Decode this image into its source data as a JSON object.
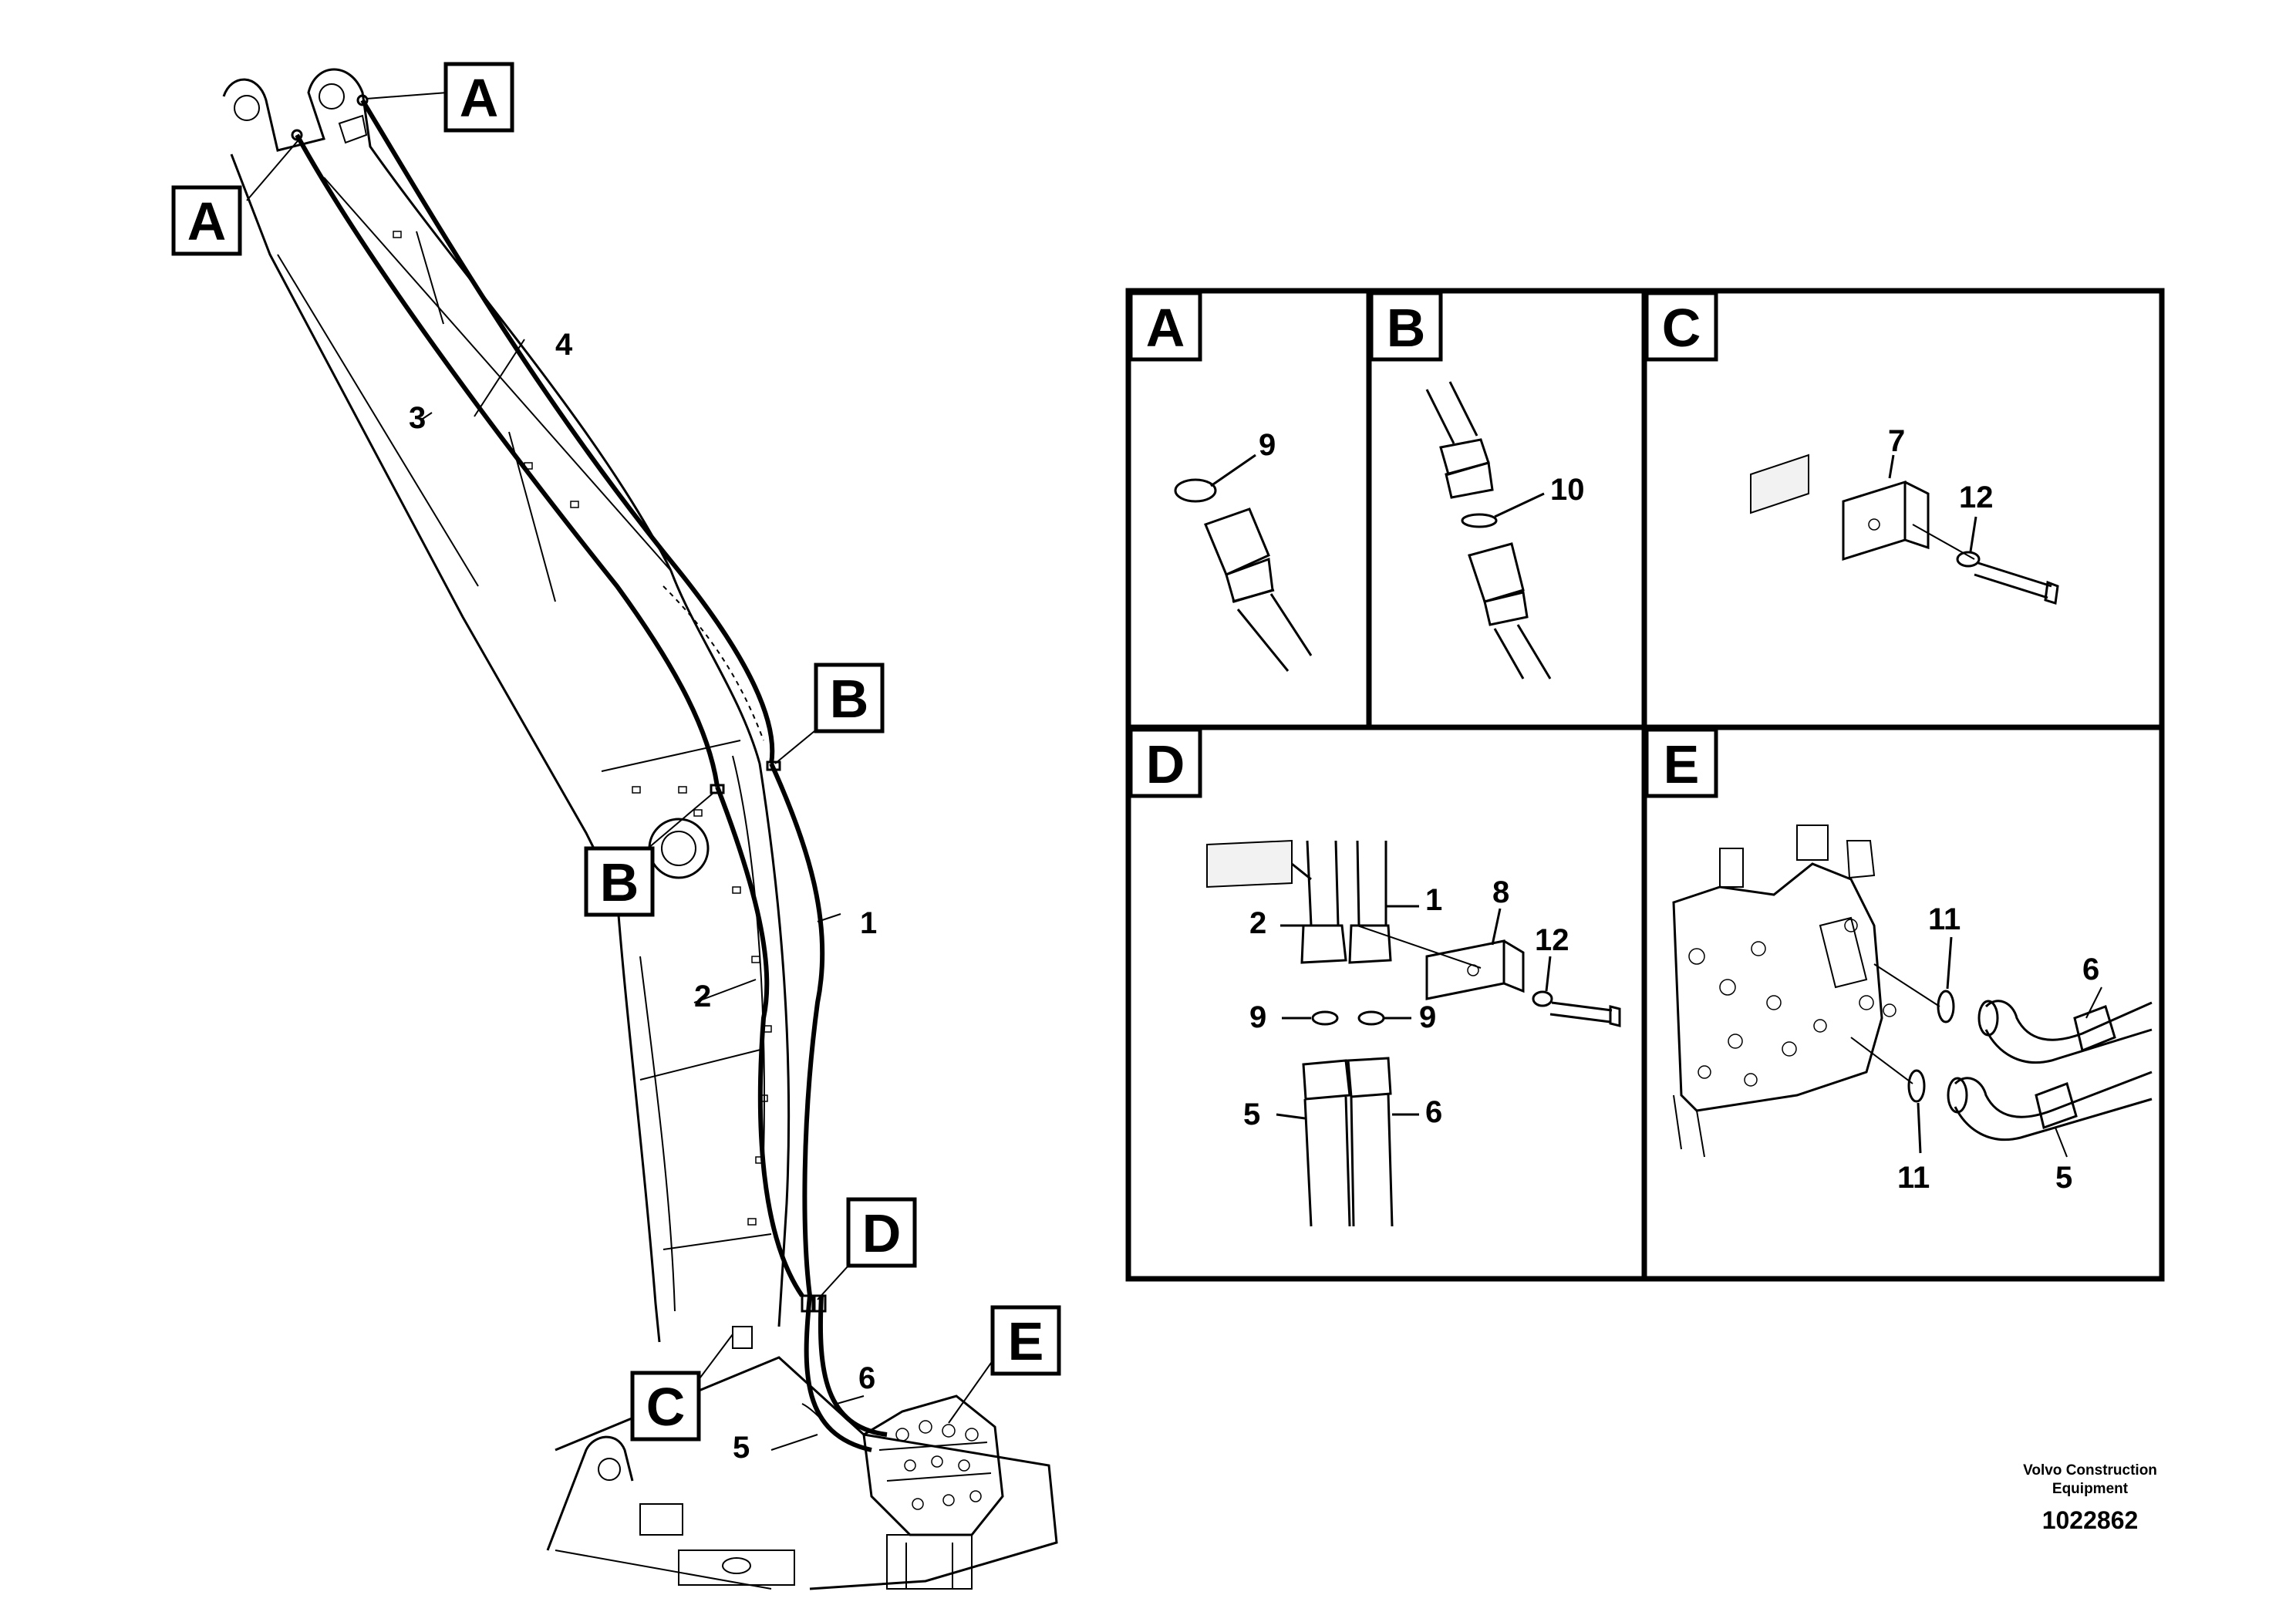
{
  "callouts": {
    "a_top": "A",
    "a_left": "A",
    "b_upper": "B",
    "b_lower": "B",
    "c": "C",
    "d": "D",
    "e": "E"
  },
  "main_labels": {
    "n1": "1",
    "n2": "2",
    "n3": "3",
    "n4": "4",
    "n5": "5",
    "n6": "6"
  },
  "panels": {
    "A": {
      "label": "A",
      "items": {
        "n9": "9"
      }
    },
    "B": {
      "label": "B",
      "items": {
        "n10": "10"
      }
    },
    "C": {
      "label": "C",
      "items": {
        "n7": "7",
        "n12": "12"
      }
    },
    "D": {
      "label": "D",
      "items": {
        "n1": "1",
        "n2": "2",
        "n8": "8",
        "n12": "12",
        "n9a": "9",
        "n9b": "9",
        "n5": "5",
        "n6": "6"
      }
    },
    "E": {
      "label": "E",
      "items": {
        "n11a": "11",
        "n11b": "11",
        "n6": "6",
        "n5": "5"
      }
    }
  },
  "footer": {
    "brand_line1": "Volvo Construction",
    "brand_line2": "Equipment",
    "code": "1022862"
  }
}
